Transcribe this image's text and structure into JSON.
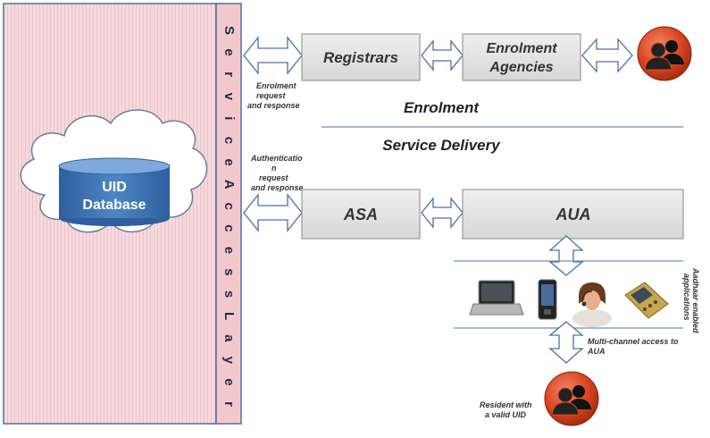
{
  "colors": {
    "stripe_bg": "#f6dadd",
    "stripe_line": "#e8b7bd",
    "access_layer_bg": "#f3c8cc",
    "border_blue": "#4f6fa5",
    "box_fill": "#e5e5e5",
    "box_stroke": "#9a9a9a",
    "db_fill": "#3d73b6",
    "user_icon_red": "#d9441f",
    "divider": "#6f8fb8"
  },
  "database": {
    "line1": "UID",
    "line2": "Database"
  },
  "service_access_layer": {
    "letters": [
      "S",
      "e",
      "r",
      "v",
      "i",
      "c",
      "e",
      "A",
      "c",
      "c",
      "e",
      "s",
      "s",
      "L",
      "a",
      "y",
      "e",
      "r"
    ]
  },
  "top_flow": {
    "registrars": "Registrars",
    "enrolment_agencies_line1": "Enrolment",
    "enrolment_agencies_line2": "Agencies",
    "request_label_lines": [
      "Enrolment",
      "request",
      "and response"
    ],
    "section_title": "Enrolment"
  },
  "bottom_flow": {
    "section_title": "Service Delivery",
    "asa": "ASA",
    "aua": "AUA",
    "auth_label_lines": [
      "Authenticatio",
      "n",
      "request",
      "and response"
    ],
    "apps_label_lines": [
      "Aadhaar enabled",
      "applications"
    ],
    "multichannel_lines": [
      "Multi-channel access to",
      "AUA"
    ],
    "resident_lines": [
      "Resident with",
      "a valid UID"
    ]
  },
  "icons": [
    "users-icon",
    "laptop-icon",
    "mobile-phone-icon",
    "call-center-agent-icon",
    "handheld-device-icon"
  ]
}
